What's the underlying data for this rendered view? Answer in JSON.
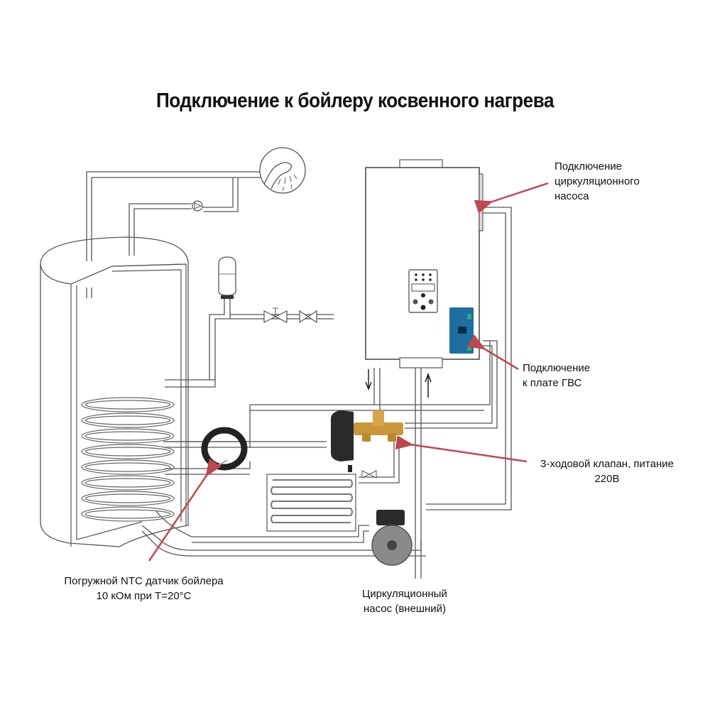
{
  "title": "Подключение к бойлеру косвенного нагрева",
  "labels": {
    "circulation_pump_connection": [
      "Подключение",
      "циркуляционного",
      "насоса"
    ],
    "dhw_board_connection": [
      "Подключение",
      "к плате ГВС"
    ],
    "three_way_valve": [
      "3-ходовой клапан, питание",
      "220В"
    ],
    "ntc_sensor": [
      "Погружной NTC датчик бойлера",
      "10 кОм при T=20°C"
    ],
    "external_pump": [
      "Циркуляционный",
      "насос (внешний)"
    ]
  },
  "colors": {
    "arrow": "#c0474f",
    "valve_brass": "#c9973a",
    "board_blue": "#1c6fa0",
    "pipe": "#555555"
  }
}
